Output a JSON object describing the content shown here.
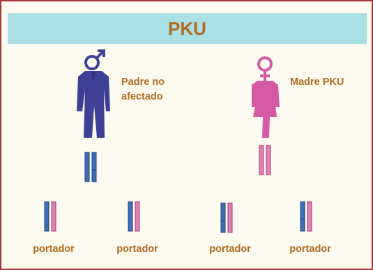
{
  "title": "PKU",
  "father": {
    "label_line1": "Padre no",
    "label_line2": "afectado",
    "figure_color": "#3d4196",
    "symbol": "male-symbol"
  },
  "mother": {
    "label": "Madre PKU",
    "figure_color": "#d45aa3",
    "symbol": "female-symbol"
  },
  "colors": {
    "blue_chromosome": "#3d6fb6",
    "pink_chromosome": "#e07fb5",
    "label_text": "#b26a1e",
    "title_bar": "#a9e0e6",
    "border": "#a83236"
  },
  "offspring": [
    {
      "label": "portador"
    },
    {
      "label": "portador"
    },
    {
      "label": "portador"
    },
    {
      "label": "portador"
    }
  ]
}
